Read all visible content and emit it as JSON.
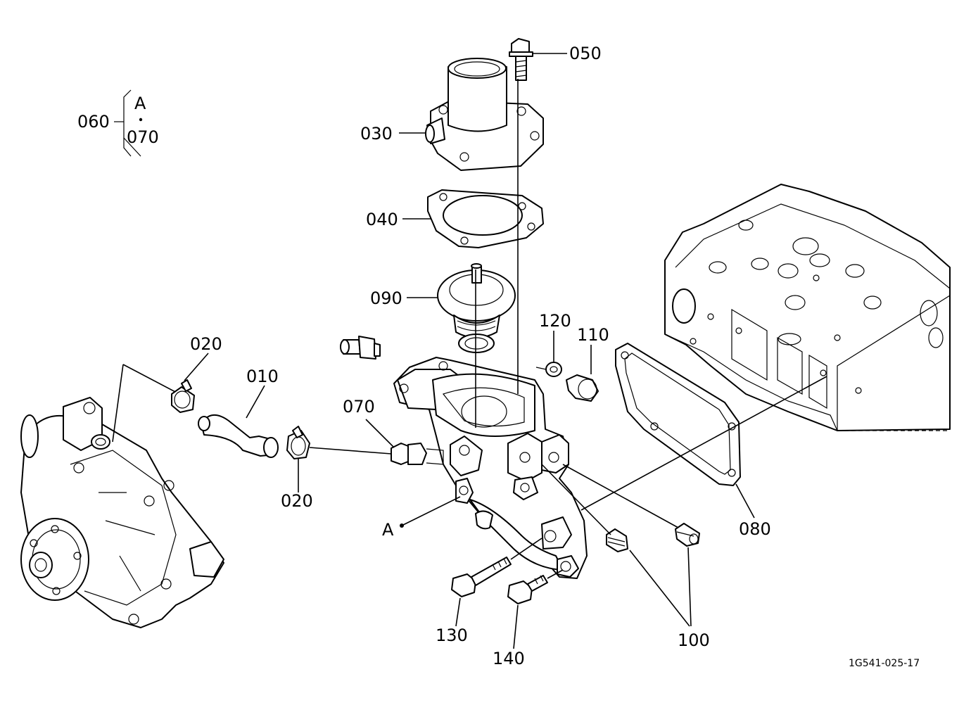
{
  "diagram": {
    "drawing_number": "1G541-025-17",
    "key": {
      "assembly": "060",
      "ref_letter": "A",
      "member": "070"
    },
    "parts": [
      {
        "id": "050"
      },
      {
        "id": "030"
      },
      {
        "id": "040"
      },
      {
        "id": "090"
      },
      {
        "id": "120"
      },
      {
        "id": "110"
      },
      {
        "id": "020",
        "position": "upper"
      },
      {
        "id": "010"
      },
      {
        "id": "070"
      },
      {
        "id": "020",
        "position": "lower"
      },
      {
        "id": "080"
      },
      {
        "id": "130"
      },
      {
        "id": "140"
      },
      {
        "id": "100"
      }
    ],
    "ref_marker": "A"
  }
}
